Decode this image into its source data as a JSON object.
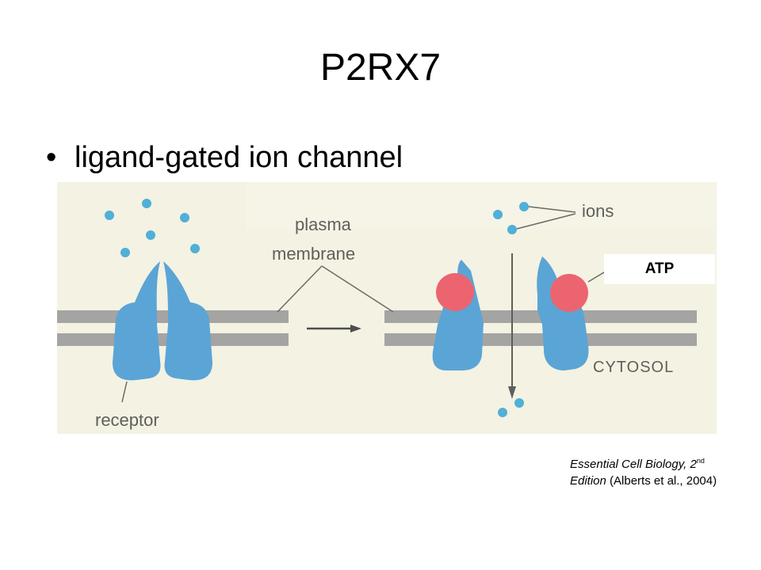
{
  "slide": {
    "title": "P2RX7",
    "bullet": "ligand-gated ion channel"
  },
  "figure": {
    "labels": {
      "plasma_membrane_line1": "plasma",
      "plasma_membrane_line2": "membrane",
      "ions": "ions",
      "cytosol": "CYTOSOL",
      "receptor": "receptor"
    },
    "atp_label": "ATP",
    "colors": {
      "background": "#f4f2e2",
      "membrane": "#a4a4a2",
      "receptor": "#5aa5d6",
      "ligand": "#ec6470",
      "ion": "#4fb0d8",
      "label_text": "#5f5f5b"
    }
  },
  "citation": {
    "title_italic": "Essential Cell Biology, 2",
    "superscript": "nd",
    "title_italic_2": "Edition",
    "authors": " (Alberts et al., 2004)"
  }
}
